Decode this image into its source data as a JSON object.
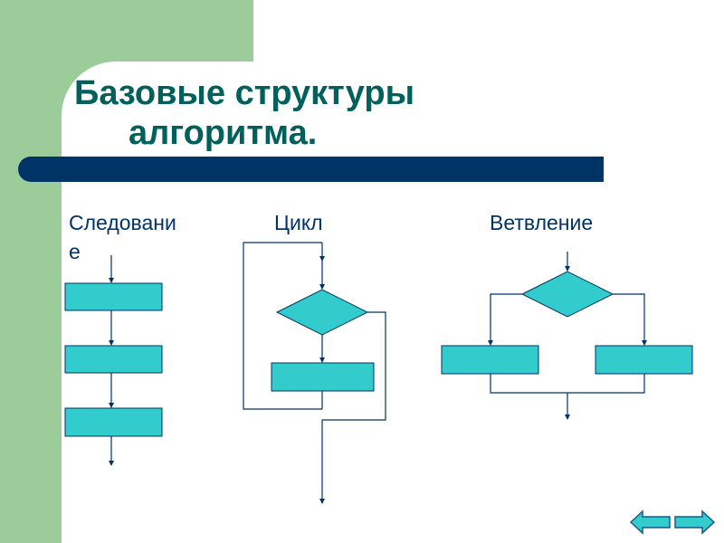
{
  "title": {
    "line1": "Базовые структуры",
    "line2": "алгоритма."
  },
  "labels": {
    "sequence_part1": "Следовани",
    "sequence_part2": "е",
    "loop": "Цикл",
    "branch": "Ветвление"
  },
  "colors": {
    "accent_green": "#9ccc99",
    "title_text": "#00605c",
    "bar_navy": "#003366",
    "shape_fill": "#33cccc",
    "connector": "#003366"
  },
  "navigation": {
    "prev_icon": "arrow-left-icon",
    "next_icon": "arrow-right-icon"
  }
}
